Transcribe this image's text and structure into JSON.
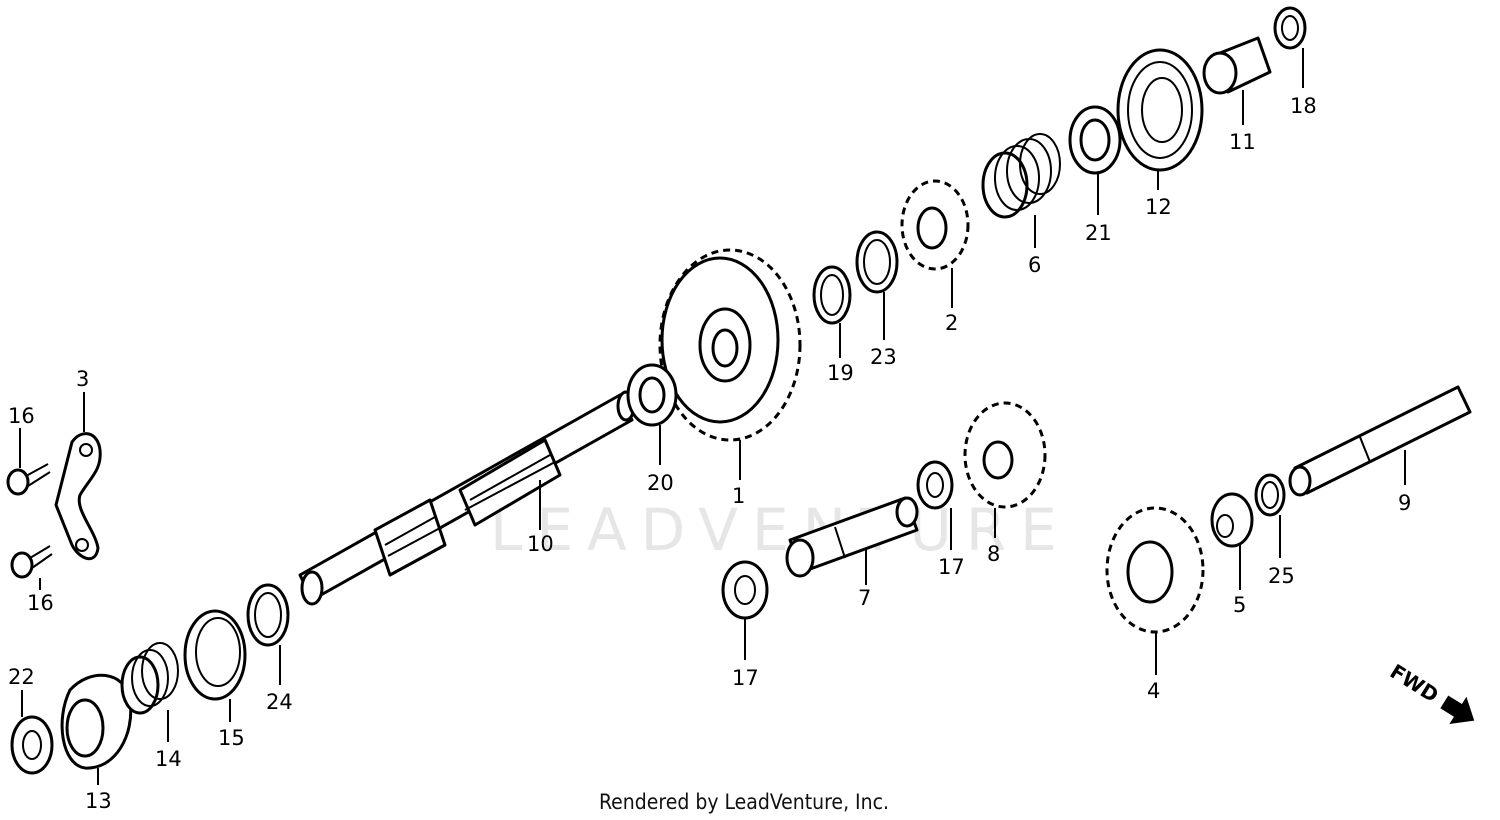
{
  "footer": {
    "rendered_by": "Rendered by LeadVenture, Inc."
  },
  "watermark": {
    "text": "LEADVENTURE"
  },
  "direction_indicator": {
    "label": "FWD"
  },
  "callouts": {
    "c1": "1",
    "c2": "2",
    "c3": "3",
    "c4": "4",
    "c5": "5",
    "c6": "6",
    "c7": "7",
    "c8": "8",
    "c9": "9",
    "c10": "10",
    "c11": "11",
    "c12": "12",
    "c13": "13",
    "c14": "14",
    "c15": "15",
    "c16a": "16",
    "c16b": "16",
    "c17a": "17",
    "c17b": "17",
    "c18": "18",
    "c19": "19",
    "c20": "20",
    "c21": "21",
    "c22": "22",
    "c23": "23",
    "c24": "24",
    "c25": "25"
  }
}
